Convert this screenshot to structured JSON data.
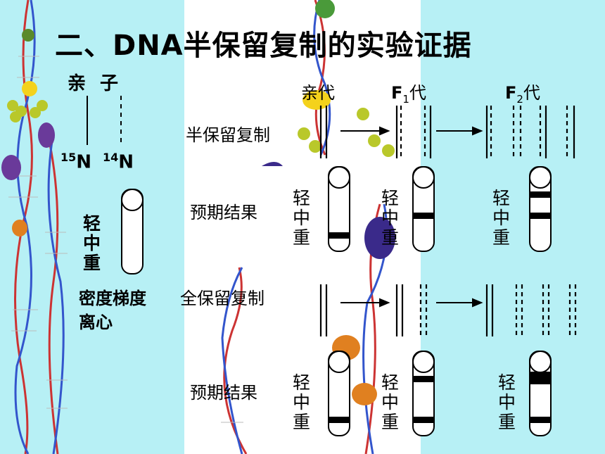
{
  "title": "二、DNA半保留复制的实验证据",
  "left_panel": {
    "parent_label": "亲",
    "child_label": "子",
    "n15_label": "15N",
    "n14_label": "14N",
    "light": "轻",
    "medium": "中",
    "heavy": "重",
    "method_line1": "密度梯度",
    "method_line2": "离心"
  },
  "generations": {
    "parent": "亲代",
    "f1": "F1代",
    "f2": "F2代"
  },
  "rows": {
    "semi": "半保留复制",
    "semi_result": "预期结果",
    "conservative": "全保留复制",
    "conservative_result": "预期结果"
  },
  "band_labels": {
    "light": "轻",
    "medium": "中",
    "heavy": "重"
  },
  "expected_bands": {
    "semi_parent": [
      "heavy"
    ],
    "semi_f1": [
      "medium"
    ],
    "semi_f2": [
      "light",
      "medium"
    ],
    "conservative_parent": [
      "heavy"
    ],
    "conservative_f1": [
      "light",
      "heavy"
    ],
    "conservative_f2": [
      "light",
      "heavy"
    ]
  }
}
